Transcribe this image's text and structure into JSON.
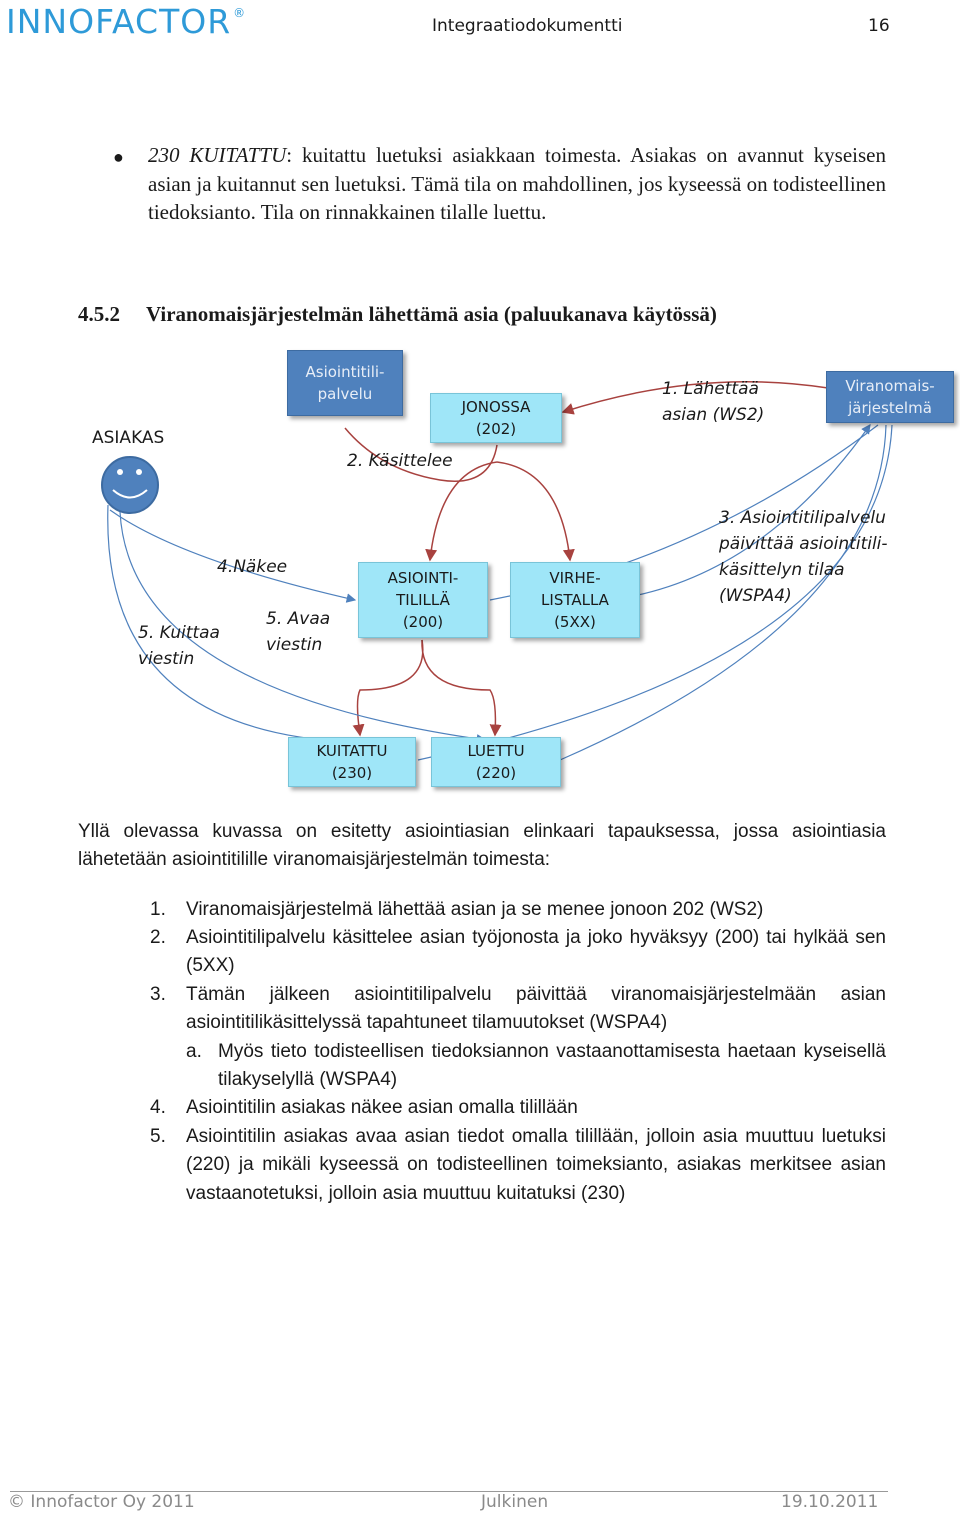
{
  "header": {
    "logo": "INNOFACTOR",
    "logo_mark": "®",
    "title": "Integraatiodokumentti",
    "page_number": "16"
  },
  "bullet": {
    "term": "230 KUITATTU",
    "text": ": kuitattu luetuksi asiakkaan toimesta. Asiakas on avannut kyseisen asian ja kuitannut sen luetuksi. Tämä tila on mahdollinen, jos kyseessä on todisteellinen tiedoksianto. Tila on rinnakkainen tilalle luettu."
  },
  "section": {
    "number": "4.5.2",
    "title": "Viranomaisjärjestelmän lähettämä asia (paluukanava käytössä)"
  },
  "diagram": {
    "asiakas": "ASIAKAS",
    "box_palvelu": "Asiointitili-\npalvelu",
    "box_viranomais": "Viranomais-\njärjestelmä",
    "box_jonossa": "JONOSSA\n(202)",
    "box_asiointitililla": "ASIOINTI-\nTILILLÄ\n(200)",
    "box_virhelistalla": "VIRHE-\nLISTALLA\n(5XX)",
    "box_kuitattu": "KUITATTU\n(230)",
    "box_luettu": "LUETTU\n(220)",
    "label_1": "1. Lähettää\nasian (WS2)",
    "label_2": "2. Käsittelee",
    "label_3": "3. Asiointitilipalvelu\npäivittää asiointitili-\nkäsittelyn tilaa\n(WSPA4)",
    "label_4": "4.Näkee",
    "label_5a": "5. Avaa\nviestin",
    "label_5b": "5. Kuittaa\nviestin"
  },
  "paragraph": "Yllä olevassa kuvassa on esitetty asiointiasian elinkaari tapauksessa, jossa asiointiasia lähetetään asiointitilille viranomaisjärjestelmän toimesta:",
  "list": [
    {
      "num": "1.",
      "text": "Viranomaisjärjestelmä lähettää asian ja se menee jonoon 202 (WS2)"
    },
    {
      "num": "2.",
      "text": "Asiointitilipalvelu käsittelee asian työjonosta ja joko hyväksyy (200) tai hylkää sen (5XX)"
    },
    {
      "num": "3.",
      "text": "Tämän jälkeen asiointitilipalvelu päivittää viranomaisjärjestelmään asian asiointitilikäsittelyssä tapahtuneet tilamuutokset (WSPA4)"
    },
    {
      "num": "a.",
      "text": "Myös tieto todisteellisen tiedoksiannon vastaanottamisesta haetaan kyseisellä tilakyselyllä (WSPA4)"
    },
    {
      "num": "4.",
      "text": "Asiointitilin asiakas näkee asian omalla tilillään"
    },
    {
      "num": "5.",
      "text": "Asiointitilin asiakas avaa asian tiedot omalla tilillään, jolloin asia muuttuu luetuksi (220) ja mikäli kyseessä on todisteellinen toimeksianto, asiakas merkitsee asian vastaanotetuksi, jolloin asia muuttuu kuitatuksi (230)"
    }
  ],
  "footer": {
    "copyright": "© Innofactor Oy 2011",
    "classification": "Julkinen",
    "date": "19.10.2011"
  },
  "colors": {
    "logo": "#2e9ad8",
    "box_blue": "#4f81bd",
    "box_cyan": "#9fe6f8",
    "arrow_red": "#a8423f",
    "smiley": "#4f81bd"
  }
}
